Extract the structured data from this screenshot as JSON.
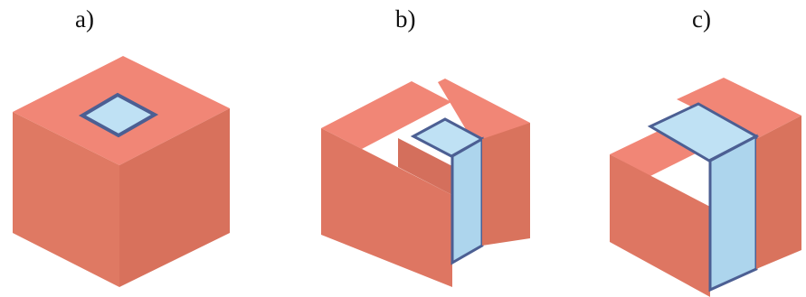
{
  "labels": {
    "a": "a)",
    "b": "b)",
    "c": "c)"
  },
  "colors": {
    "top_face": "#f18676",
    "left_face": "#de7763",
    "right_face": "#d9735d",
    "insert_face": "#bfe1f4",
    "insert_face_alt": "#add5ed",
    "insert_border": "#4c5f93"
  }
}
